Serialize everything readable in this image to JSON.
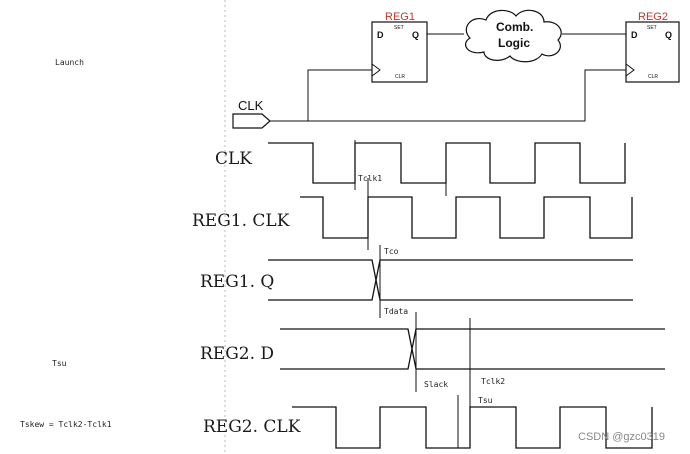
{
  "left_notes": {
    "launch": "Launch",
    "tsu": "Tsu",
    "tskew": "Tskew = Tclk2-Tclk1"
  },
  "circuit": {
    "reg1_title": "REG1",
    "reg2_title": "REG2",
    "pin_d": "D",
    "pin_q": "Q",
    "pin_set": "SET",
    "pin_clr": "CLR",
    "comb_line1": "Comb.",
    "comb_line2": "Logic",
    "clk_input": "CLK"
  },
  "signals": {
    "clk": "CLK",
    "reg1_clk": "REG1. CLK",
    "reg1_q": "REG1. Q",
    "reg2_d": "REG2. D",
    "reg2_clk": "REG2. CLK"
  },
  "annotations": {
    "tclk1": "Tclk1",
    "tco": "Tco",
    "tdata": "Tdata",
    "slack": "Slack",
    "tclk2": "Tclk2",
    "tsu": "Tsu"
  },
  "watermark": "CSDN @gzc0319",
  "colors": {
    "reg_title": "#c0392b",
    "line": "#111111",
    "divider": "#bbbbbb"
  }
}
